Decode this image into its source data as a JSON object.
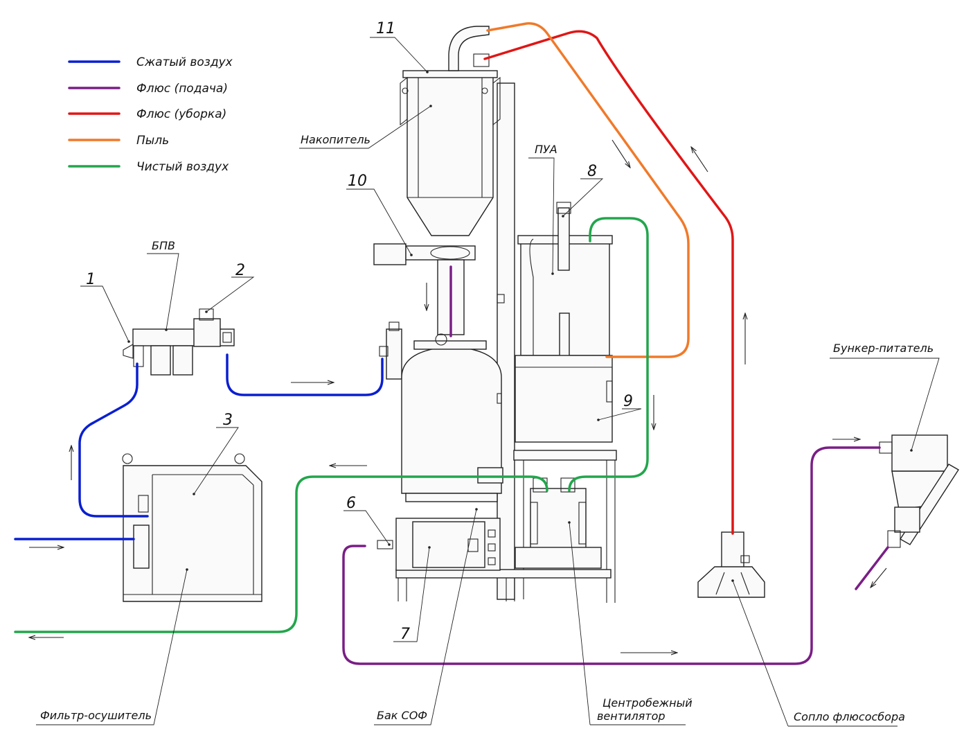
{
  "legend": [
    {
      "label": "Сжатый воздух",
      "color": "#0a1fd1"
    },
    {
      "label": "Флюс (подача)",
      "color": "#7a1e86"
    },
    {
      "label": "Флюс (уборка)",
      "color": "#e01616"
    },
    {
      "label": "Пыль",
      "color": "#f07a2a"
    },
    {
      "label": "Чистый воздух",
      "color": "#22a64c"
    }
  ],
  "numbers": {
    "n1": "1",
    "n2": "2",
    "n3": "3",
    "n6": "6",
    "n7": "7",
    "n8": "8",
    "n9": "9",
    "n10": "10",
    "n11": "11"
  },
  "names": {
    "nakopitel": "Накопитель",
    "bpv": "БПВ",
    "pua": "ПУА",
    "bunker": "Бункер-питатель",
    "filter": "Фильтр-осушитель",
    "bak": "Бак СОФ",
    "fan_line1": "Центробежный",
    "fan_line2": "вентилятор",
    "nozzle": "Сопло флюсосбора"
  }
}
